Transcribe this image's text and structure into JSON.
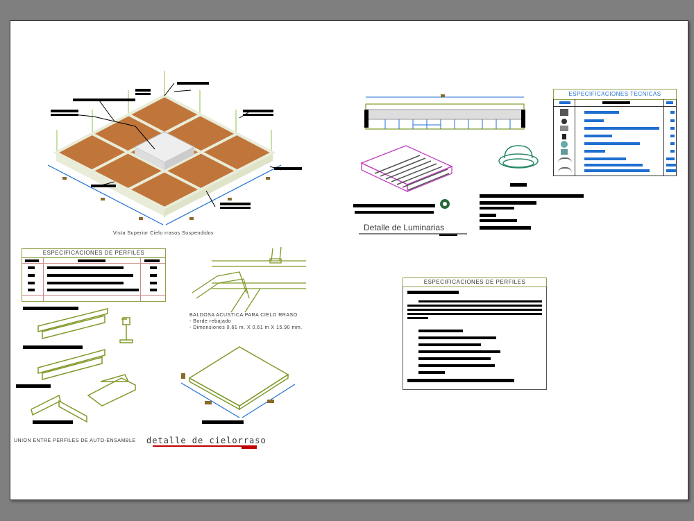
{
  "sheet": {
    "iso_caption": "Vista Superior Cielo rrasos Suspendidos",
    "luminarias_title": "Detalle de Luminarias",
    "tech_specs_title": "ESPECIFICACIONES TECNICAS",
    "perfiles_title_left": "ESPECIFICACIONES DE PERFILES",
    "perfiles_title_right": "ESPECIFICACIONES DE PERFILES",
    "baldosa_title": "BALDOSA ACUSTICA PARA CIELO RRASO",
    "baldosa_line1": "- Borde rebajado",
    "baldosa_line2": "- Dimensiones 0.61 m. X 0.61 m X 15.90 mm.",
    "union_caption": "UNION ENTRE PERFILES DE AUTO-ENSAMBLE",
    "cielorraso_title": "detalle de cielorraso"
  },
  "colors": {
    "tile": "#c0763a",
    "grid": "#b8c98a",
    "dim": "#1f6fd0",
    "profile": "#7f9a2a",
    "magenta": "#c040c0",
    "red_underline": "#c00000",
    "table_border": "#8fa24a"
  }
}
